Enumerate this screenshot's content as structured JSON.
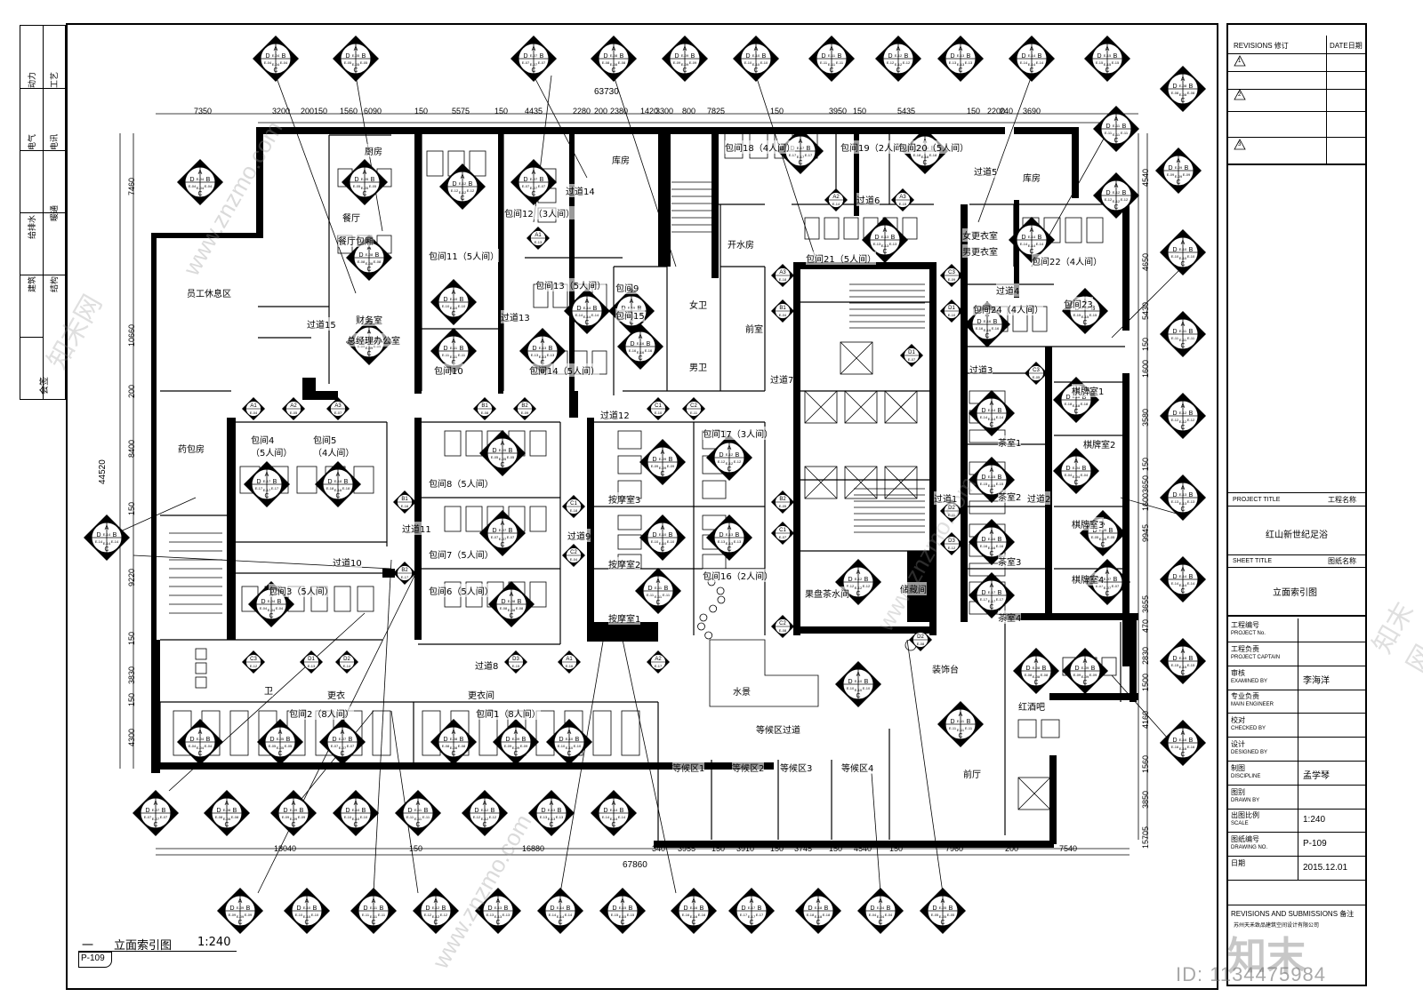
{
  "discipline_strip": {
    "cells": [
      "动力",
      "工艺",
      "电气",
      "电讯",
      "给排水",
      "暖通",
      "建筑",
      "结构",
      "会签"
    ]
  },
  "overall_dims": {
    "top_total": "63730",
    "bottom_total": "67860",
    "left_total": "44520"
  },
  "top_dims": [
    "7350",
    "3200",
    "200",
    "150",
    "1560",
    "6090",
    "150",
    "5575",
    "150",
    "4435",
    "2280",
    "200",
    "2380",
    "1420",
    "3300",
    "800",
    "7825",
    "150",
    "3950",
    "150",
    "5435",
    "150",
    "2200",
    "240",
    "3690"
  ],
  "bottom_dims": [
    "18040",
    "150",
    "16880",
    "340",
    "3955",
    "150",
    "3910",
    "150",
    "3745",
    "150",
    "4540",
    "150",
    "7960",
    "200",
    "7540"
  ],
  "left_dims": [
    "7460",
    "10660",
    "200",
    "8400",
    "150",
    "9220",
    "150",
    "3830",
    "150",
    "4300"
  ],
  "right_dims": [
    "4540",
    "4650",
    "5430",
    "150",
    "1600",
    "3580",
    "150",
    "3650",
    "1600",
    "9945",
    "3655",
    "470",
    "2830",
    "1500",
    "4160",
    "1560",
    "3850",
    "15705"
  ],
  "rooms": [
    {
      "key": "kitchen",
      "label": "厨房"
    },
    {
      "key": "restaurant",
      "label": "餐厅"
    },
    {
      "key": "restaurant_box",
      "label": "餐厅包厢"
    },
    {
      "key": "finance",
      "label": "财务室"
    },
    {
      "key": "gm_office",
      "label": "总经理办公室"
    },
    {
      "key": "staff_rest",
      "label": "员工休息区"
    },
    {
      "key": "medicine",
      "label": "药包房"
    },
    {
      "key": "storage1",
      "label": "库房"
    },
    {
      "key": "storage2",
      "label": "库房"
    },
    {
      "key": "water_room",
      "label": "开水房"
    },
    {
      "key": "front_room",
      "label": "前室"
    },
    {
      "key": "female_wc",
      "label": "女卫"
    },
    {
      "key": "male_wc",
      "label": "男卫"
    },
    {
      "key": "room4",
      "label": "包间4"
    },
    {
      "key": "room4_cap",
      "label": "（5人间）"
    },
    {
      "key": "room5",
      "label": "包间5"
    },
    {
      "key": "room5_cap",
      "label": "（4人间）"
    },
    {
      "key": "room3",
      "label": "包间3（5人间）"
    },
    {
      "key": "room6",
      "label": "包间6（5人间）"
    },
    {
      "key": "room7",
      "label": "包间7（5人间）"
    },
    {
      "key": "room8",
      "label": "包间8（5人间）"
    },
    {
      "key": "room9",
      "label": "包间9"
    },
    {
      "key": "room10",
      "label": "包间10"
    },
    {
      "key": "room11",
      "label": "包间11（5人间）"
    },
    {
      "key": "room12",
      "label": "包间12（3人间）"
    },
    {
      "key": "room13",
      "label": "包间13（5人间）"
    },
    {
      "key": "room14",
      "label": "包间14（5人间）"
    },
    {
      "key": "room15",
      "label": "包间15"
    },
    {
      "key": "room16",
      "label": "包间16（2人间）"
    },
    {
      "key": "room17",
      "label": "包间17（3人间）"
    },
    {
      "key": "room18",
      "label": "包间18（4人间）"
    },
    {
      "key": "room19",
      "label": "包间19（2人间）"
    },
    {
      "key": "room20",
      "label": "包间20（5人间）"
    },
    {
      "key": "room21",
      "label": "包间21（5人间）"
    },
    {
      "key": "room22",
      "label": "包间22（4人间）"
    },
    {
      "key": "room23",
      "label": "包间23"
    },
    {
      "key": "room24",
      "label": "包间24（4人间）"
    },
    {
      "key": "room_2",
      "label": "包间2（8人间）"
    },
    {
      "key": "room_1",
      "label": "包间1（8人间）"
    },
    {
      "key": "massage1",
      "label": "按摩室1"
    },
    {
      "key": "massage2",
      "label": "按摩室2"
    },
    {
      "key": "massage3",
      "label": "按摩室3"
    },
    {
      "key": "chess1",
      "label": "棋牌室1"
    },
    {
      "key": "chess2",
      "label": "棋牌室2"
    },
    {
      "key": "chess3",
      "label": "棋牌室3"
    },
    {
      "key": "chess4",
      "label": "棋牌室4"
    },
    {
      "key": "tea1",
      "label": "茶室1"
    },
    {
      "key": "tea2",
      "label": "茶室2"
    },
    {
      "key": "tea3",
      "label": "茶室3"
    },
    {
      "key": "tea4",
      "label": "茶室4"
    },
    {
      "key": "fruit",
      "label": "果盘茶水间"
    },
    {
      "key": "store_room",
      "label": "储藏间"
    },
    {
      "key": "female_locker",
      "label": "女更衣室"
    },
    {
      "key": "male_locker",
      "label": "男更衣室"
    },
    {
      "key": "red_bar",
      "label": "红酒吧"
    },
    {
      "key": "lobby",
      "label": "前厅"
    },
    {
      "key": "deco",
      "label": "装饰台"
    },
    {
      "key": "water_feature",
      "label": "水景"
    },
    {
      "key": "wait_pass",
      "label": "等候区过道"
    },
    {
      "key": "wait1",
      "label": "等候区1"
    },
    {
      "key": "wait2",
      "label": "等候区2"
    },
    {
      "key": "wait3",
      "label": "等候区3"
    },
    {
      "key": "wait4",
      "label": "等候区4"
    },
    {
      "key": "corr1",
      "label": "过道1"
    },
    {
      "key": "corr2",
      "label": "过道2"
    },
    {
      "key": "corr3",
      "label": "过道3"
    },
    {
      "key": "corr4",
      "label": "过道4"
    },
    {
      "key": "corr5",
      "label": "过道5"
    },
    {
      "key": "corr6",
      "label": "过道6"
    },
    {
      "key": "corr7",
      "label": "过道7"
    },
    {
      "key": "corr8",
      "label": "过道8"
    },
    {
      "key": "corr9",
      "label": "过道9"
    },
    {
      "key": "corr10",
      "label": "过道10"
    },
    {
      "key": "corr11",
      "label": "过道11"
    },
    {
      "key": "corr12",
      "label": "过道12"
    },
    {
      "key": "corr13",
      "label": "过道13"
    },
    {
      "key": "corr14",
      "label": "过道14"
    },
    {
      "key": "corr15",
      "label": "过道15"
    },
    {
      "key": "wc",
      "label": "卫"
    },
    {
      "key": "locker_a",
      "label": "更衣"
    },
    {
      "key": "locker_b",
      "label": "更衣间"
    }
  ],
  "index_tags": [
    "A1",
    "A2",
    "A3",
    "B1",
    "B2",
    "C1",
    "C2",
    "C3",
    "D1",
    "D2",
    "D3",
    "E-04",
    "E-05",
    "E-07",
    "E-08",
    "E-09",
    "E-10",
    "E-11",
    "E-12",
    "E-13",
    "E-14",
    "E-15",
    "E-16",
    "E-17",
    "E-18"
  ],
  "drawing": {
    "title": "立面索引图",
    "scale": "1:240",
    "sheet_no": "P-109",
    "prefix": "一"
  },
  "title_block": {
    "revisions_label": "REVISIONS 修订",
    "date_label": "DATE日期",
    "rev_marks": [
      "1",
      "2",
      "3"
    ],
    "project_title_label": "PROJECT TITLE",
    "project_title_cn": "工程名称",
    "project_name": "红山新世纪足浴",
    "sheet_title_label": "SHEET TITLE",
    "sheet_title_cn": "图纸名称",
    "sheet_title": "立面索引图",
    "fields": [
      {
        "cn": "工程编号",
        "en": "PROJECT No.",
        "value": ""
      },
      {
        "cn": "工程负责",
        "en": "PROJECT CAPTAIN",
        "value": ""
      },
      {
        "cn": "审核",
        "en": "EXAMINED BY",
        "value": "李海洋"
      },
      {
        "cn": "专业负责",
        "en": "MAIN ENGINEER",
        "value": ""
      },
      {
        "cn": "校对",
        "en": "CHECKED BY",
        "value": ""
      },
      {
        "cn": "设计",
        "en": "DESIGNED BY",
        "value": ""
      },
      {
        "cn": "制图",
        "en": "DISCIPLINE",
        "value": "孟学琴"
      },
      {
        "cn": "图别",
        "en": "DRAWN BY",
        "value": ""
      },
      {
        "cn": "出图比例",
        "en": "SCALE",
        "value": "1:240"
      },
      {
        "cn": "图纸编号",
        "en": "DRAWING NO.",
        "value": "P-109"
      },
      {
        "cn": "日期",
        "en": "",
        "value": "2015.12.01"
      }
    ],
    "footer": "REVISIONS AND SUBMISSIONS 备注",
    "company": "苏州天禾致品建筑空间设计有限公司"
  },
  "watermark": {
    "site": "www.znzmo.com",
    "brand_cn": "知末网",
    "logo": "知末",
    "id_text": "ID: 1134475984"
  }
}
